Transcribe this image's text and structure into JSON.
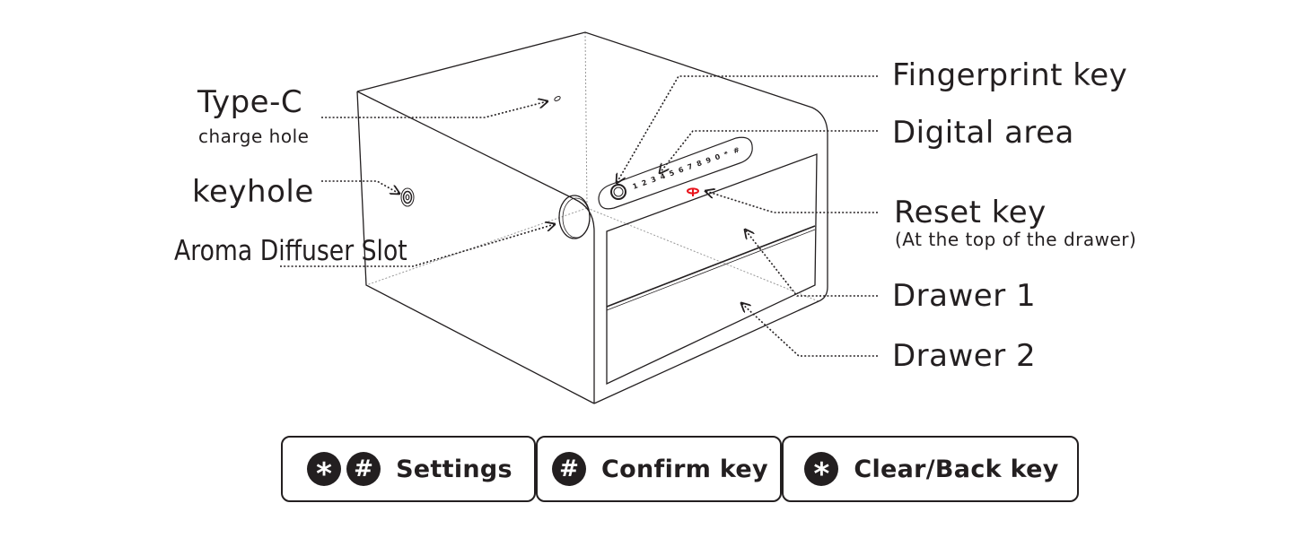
{
  "labels": {
    "type_c_title": "Type-C",
    "type_c_sub": "charge hole",
    "keyhole": "keyhole",
    "aroma": "Aroma Diffuser Slot",
    "fingerprint": "Fingerprint key",
    "digital": "Digital area",
    "reset": "Reset key",
    "reset_sub": "(At the top of the drawer)",
    "drawer1": "Drawer 1",
    "drawer2": "Drawer 2"
  },
  "keypad_digits": [
    "1",
    "2",
    "3",
    "4",
    "5",
    "6",
    "7",
    "8",
    "9",
    "0",
    "*",
    "#"
  ],
  "legend": [
    {
      "symbols": [
        "*",
        "#"
      ],
      "label": "Settings"
    },
    {
      "symbols": [
        "#"
      ],
      "label": "Confirm key"
    },
    {
      "symbols": [
        "*"
      ],
      "label": "Clear/Back key"
    }
  ],
  "colors": {
    "line": "#231f20",
    "reset_key": "#e8141c"
  }
}
